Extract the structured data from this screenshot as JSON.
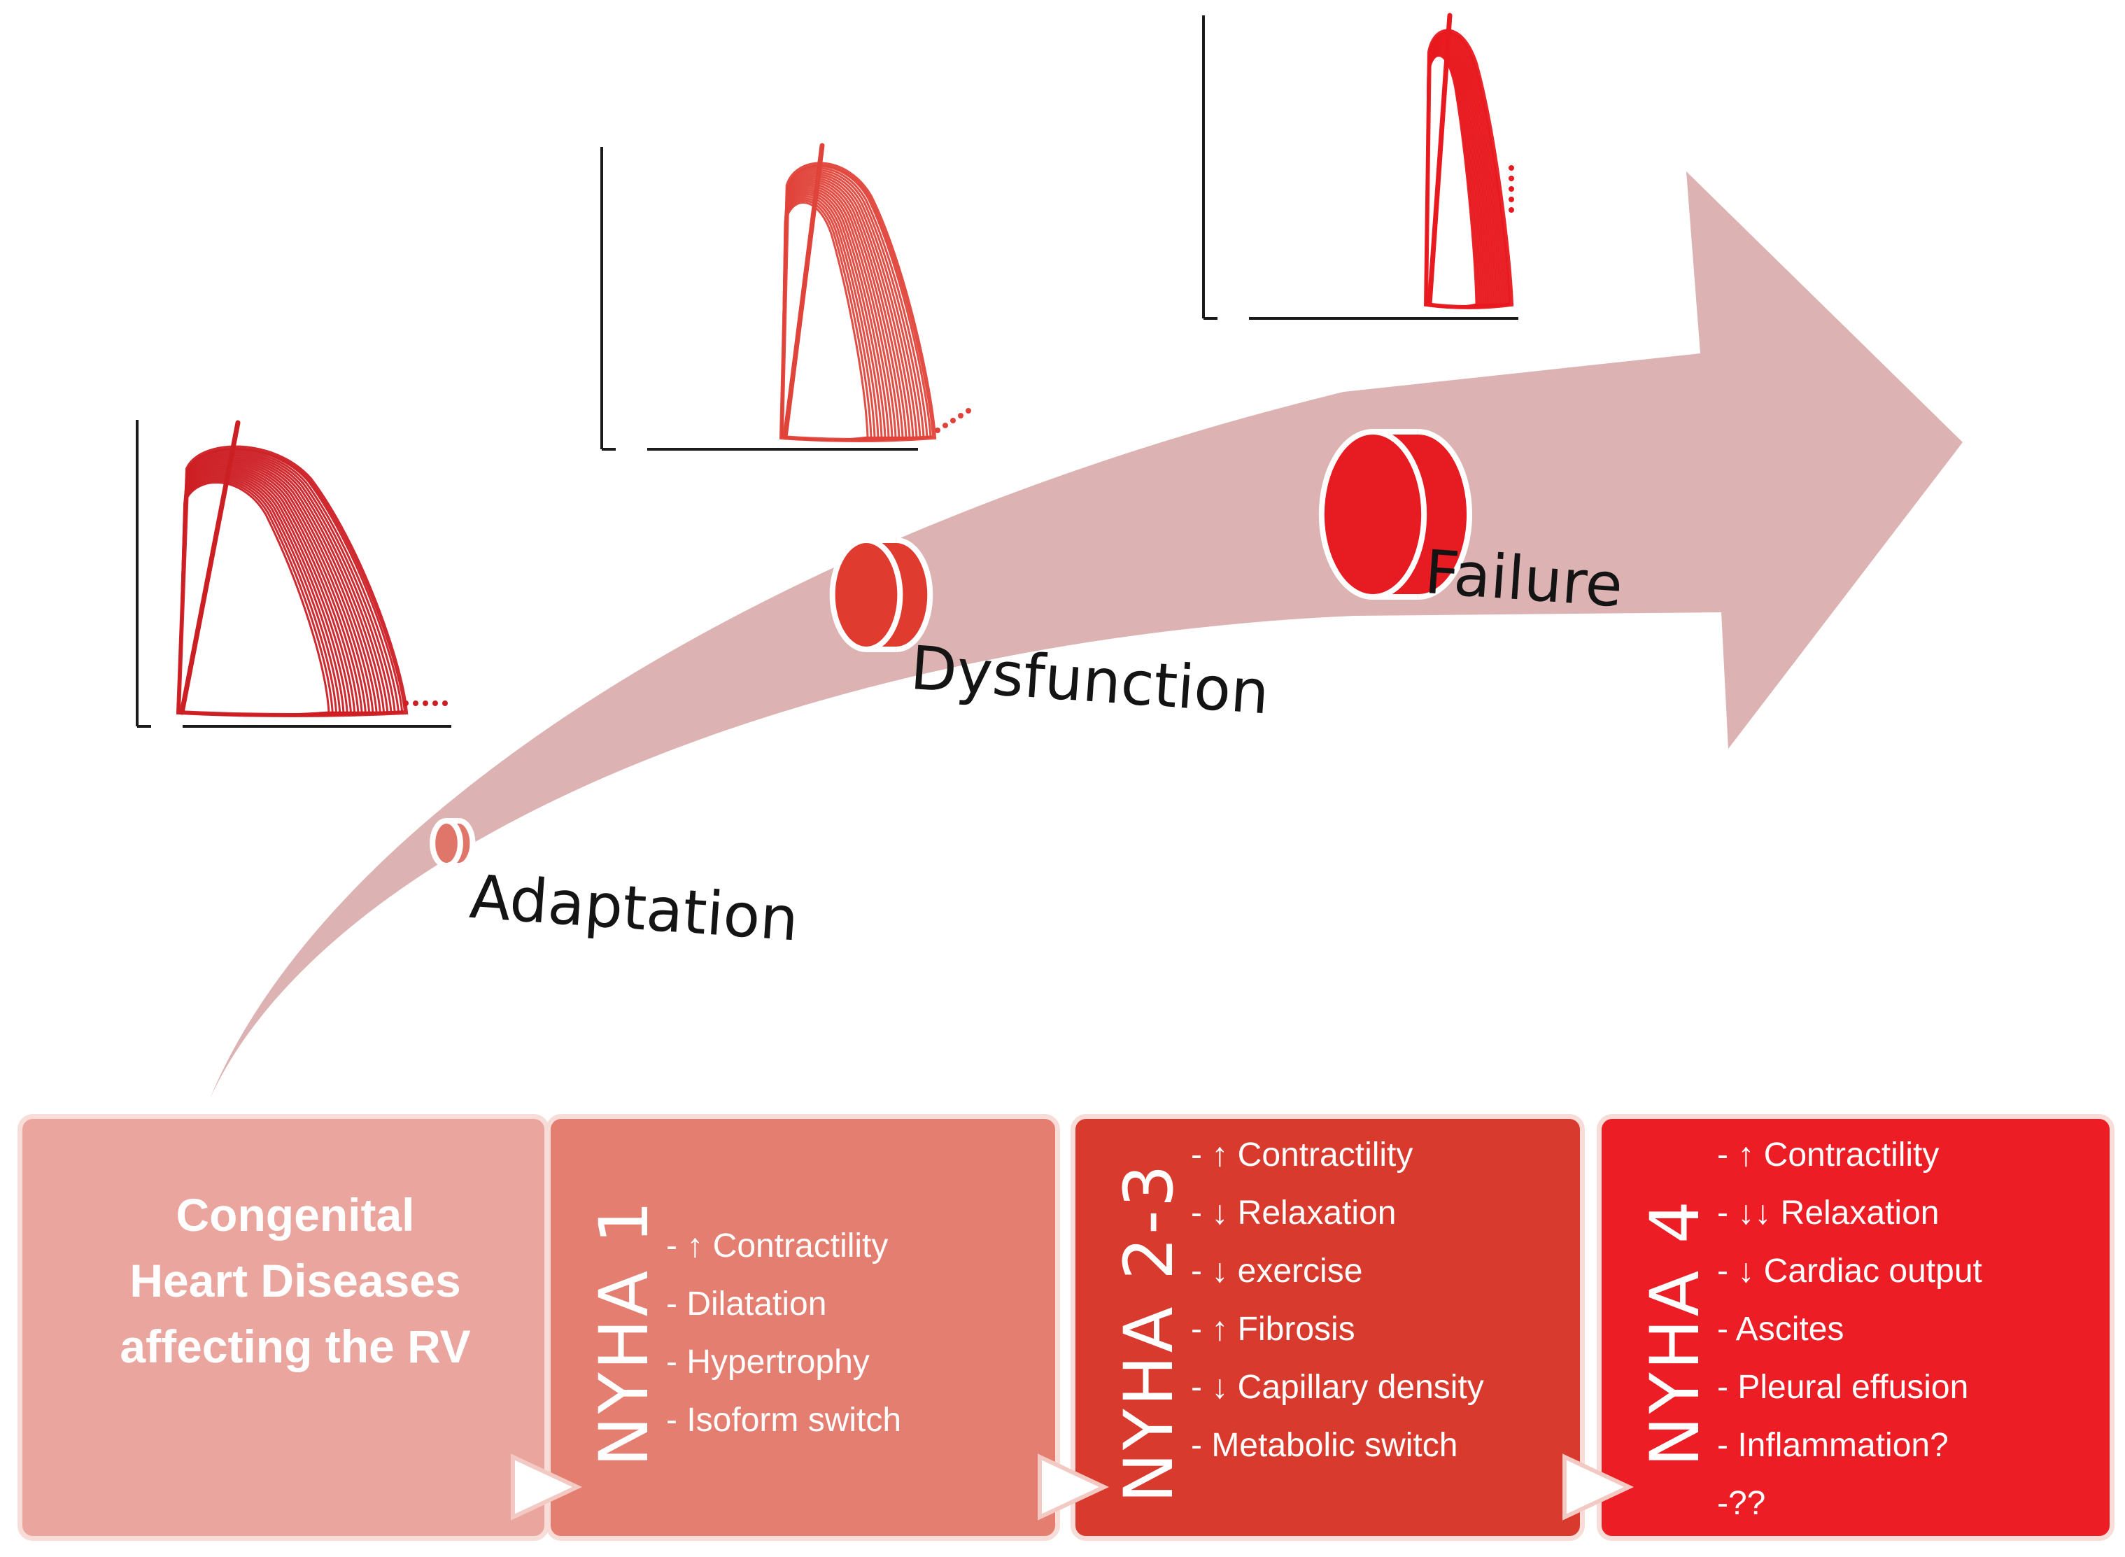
{
  "stages": [
    {
      "id": "adaptation",
      "label": "Adaptation"
    },
    {
      "id": "dysfunction",
      "label": "Dysfunction"
    },
    {
      "id": "failure",
      "label": "Failure"
    }
  ],
  "panels": {
    "origin": {
      "text": "Congenital Heart Diseases affecting the RV",
      "lines": [
        "Congenital",
        "Heart Diseases",
        "affecting the RV"
      ]
    },
    "nyha1": {
      "title": "NYHA 1",
      "items": [
        "- ↑ Contractility",
        "- Dilatation",
        "- Hypertrophy",
        "- Isoform switch"
      ]
    },
    "nyha23": {
      "title": "NYHA 2-3",
      "items": [
        "- ↑ Contractility",
        "- ↓ Relaxation",
        "- ↓ exercise",
        "- ↑ Fibrosis",
        "- ↓ Capillary density",
        "- Metabolic switch"
      ]
    },
    "nyha4": {
      "title": "NYHA 4",
      "items": [
        "- ↑ Contractility",
        "- ↓↓ Relaxation",
        "- ↓ Cardiac output",
        "- Ascites",
        "- Pleural effusion",
        "- Inflammation?",
        "-??"
      ]
    }
  },
  "colors": {
    "arrow": "#dcb2b2",
    "loops_adaptation": "#cc1f24",
    "loops_dysfunction": "#e0433a",
    "loops_failure": "#e8191f",
    "panel_origin": "#eaa69e",
    "panel_nyha1": "#e47e71",
    "panel_nyha23": "#d93a2e",
    "panel_nyha4": "#ec1d24"
  }
}
